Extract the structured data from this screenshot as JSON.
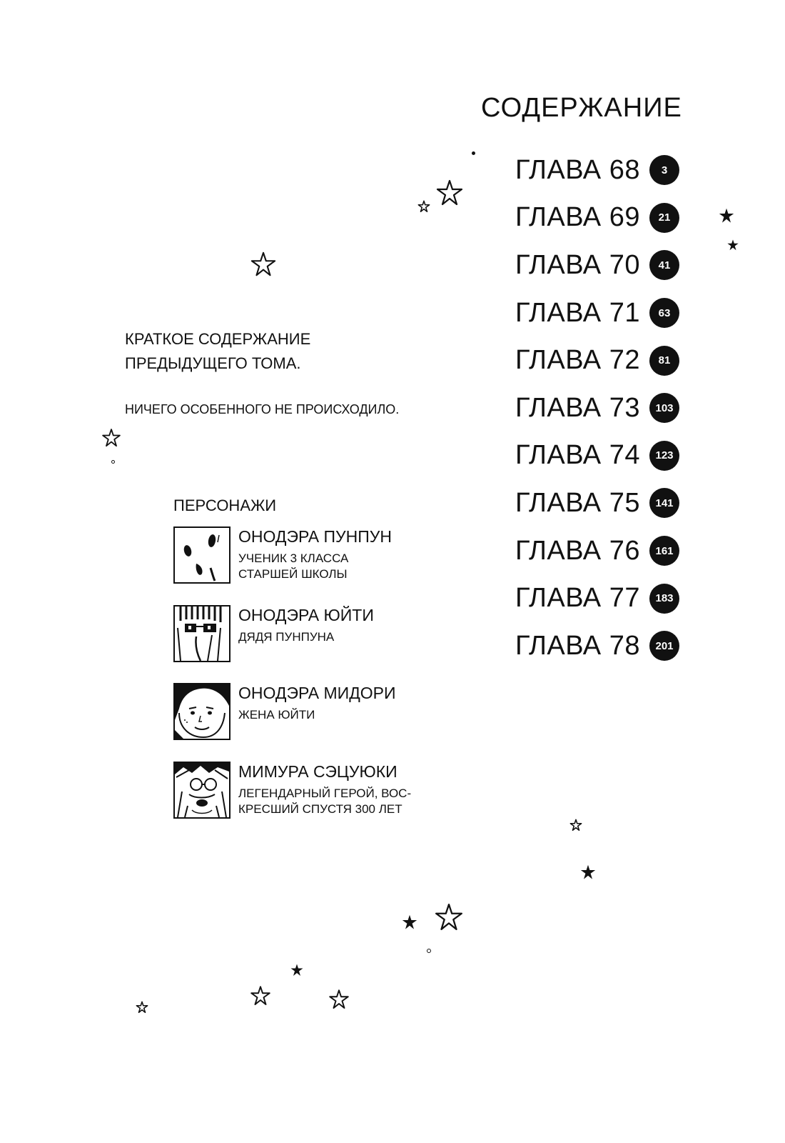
{
  "toc": {
    "title": "СОДЕРЖАНИЕ",
    "chapters": [
      {
        "label": "ГЛАВА 68",
        "page": "3"
      },
      {
        "label": "ГЛАВА 69",
        "page": "21"
      },
      {
        "label": "ГЛАВА 70",
        "page": "41"
      },
      {
        "label": "ГЛАВА 71",
        "page": "63"
      },
      {
        "label": "ГЛАВА 72",
        "page": "81"
      },
      {
        "label": "ГЛАВА 73",
        "page": "103"
      },
      {
        "label": "ГЛАВА 74",
        "page": "123"
      },
      {
        "label": "ГЛАВА 75",
        "page": "141"
      },
      {
        "label": "ГЛАВА 76",
        "page": "161"
      },
      {
        "label": "ГЛАВА 77",
        "page": "183"
      },
      {
        "label": "ГЛАВА 78",
        "page": "201"
      }
    ]
  },
  "summary": {
    "title": "КРАТКОЕ СОДЕРЖАНИЕ ПРЕДЫДУЩЕГО ТОМА.",
    "text": "НИЧЕГО ОСОБЕННОГО НЕ ПРОИСХОДИЛО."
  },
  "characters": {
    "heading": "ПЕРСОНАЖИ",
    "items": [
      {
        "name": "ОНОДЭРА ПУНПУН",
        "description": "УЧЕНИК 3 КЛАССА\nСТАРШЕЙ ШКОЛЫ",
        "portrait_icon": "punpun-portrait-icon"
      },
      {
        "name": "ОНОДЭРА ЮЙТИ",
        "description": "ДЯДЯ ПУНПУНА",
        "portrait_icon": "yuichi-portrait-icon"
      },
      {
        "name": "ОНОДЭРА МИДОРИ",
        "description": "ЖЕНА ЮЙТИ",
        "portrait_icon": "midori-portrait-icon"
      },
      {
        "name": "МИМУРА СЭЦУЮКИ",
        "description": "ЛЕГЕНДАРНЫЙ ГЕРОЙ, ВОС-\nКРЕСШИЙ СПУСТЯ 300 ЛЕТ",
        "portrait_icon": "mimura-portrait-icon"
      }
    ]
  },
  "decorations": {
    "star_icon": "star-icon",
    "ink_color": "#111111",
    "badge_text_color": "#ffffff",
    "background": "#ffffff"
  }
}
